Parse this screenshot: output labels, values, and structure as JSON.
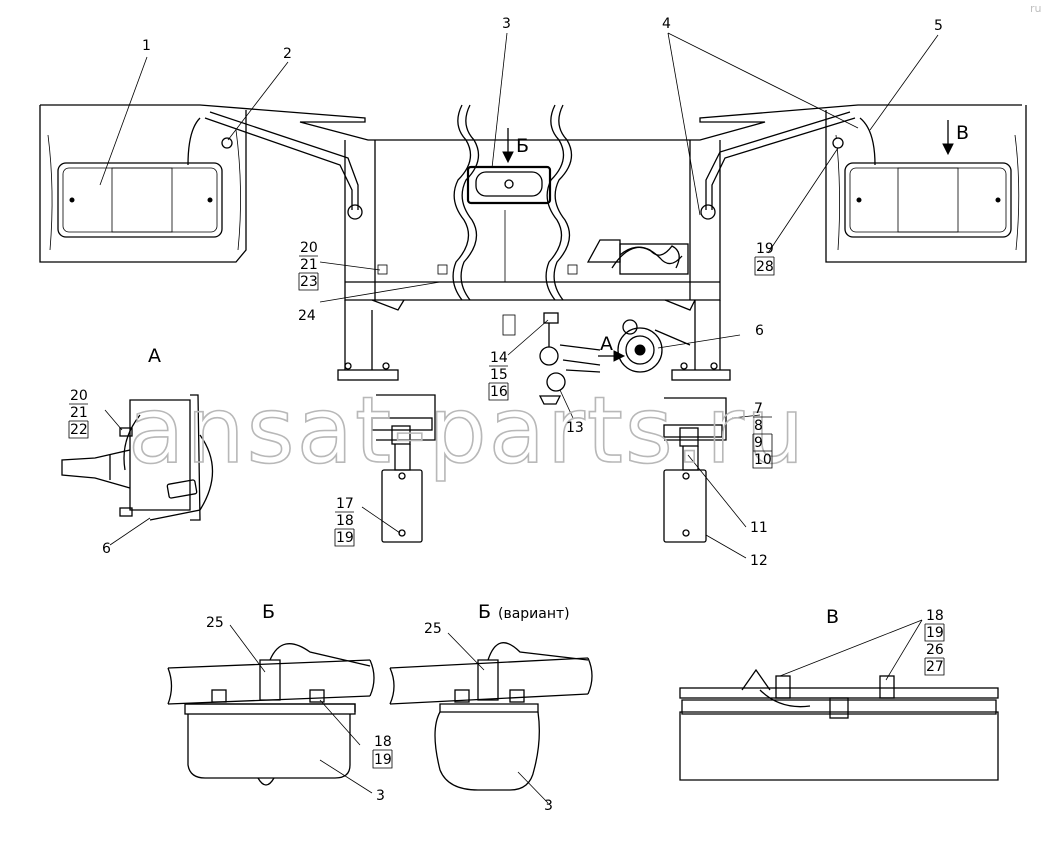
{
  "watermark": "ansat-parts.ru",
  "watermark_corner": "ru",
  "views": {
    "a": "А",
    "b": "Б",
    "b_variant": "Б",
    "b_variant_note": "(вариант)",
    "v": "В"
  },
  "arrows": {
    "b": "Б",
    "v": "В",
    "a": "А"
  },
  "callouts": {
    "c1": "1",
    "c2": "2",
    "c3": "3",
    "c4": "4",
    "c5": "5",
    "c6": "6",
    "c11": "11",
    "c12": "12",
    "c13": "13",
    "c24": "24",
    "c6a": "6",
    "c25b": "25",
    "c3b": "3",
    "c25v": "25",
    "c3v": "3"
  },
  "groups": {
    "g20_21_23": [
      "20",
      "21",
      "23"
    ],
    "g19_28": [
      "19",
      "28"
    ],
    "g14_15_16": [
      "14",
      "15",
      "16"
    ],
    "g7_8_9_10": [
      "7",
      "8",
      "9",
      "10"
    ],
    "g17_18_19": [
      "17",
      "18",
      "19"
    ],
    "g20_21_22": [
      "20",
      "21",
      "22"
    ],
    "g18_19b": [
      "18",
      "19"
    ],
    "g18_19_26_27": [
      "18",
      "19",
      "26",
      "27"
    ]
  }
}
